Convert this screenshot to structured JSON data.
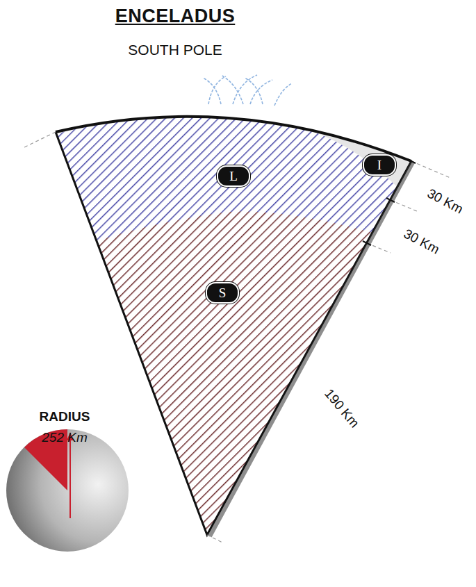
{
  "diagram": {
    "title": "ENCELADUS",
    "nodes": [
      {
        "text": [
          "L"
        ]
      },
      {
        "text": [
          "I"
        ]
      },
      {
        "text": [
          "S"
        ]
      }
    ],
    "labels": [
      "SOUTH POLE",
      "30 Km",
      "30 Km",
      "190 Km",
      "RADIUS",
      "252 Km"
    ]
  }
}
